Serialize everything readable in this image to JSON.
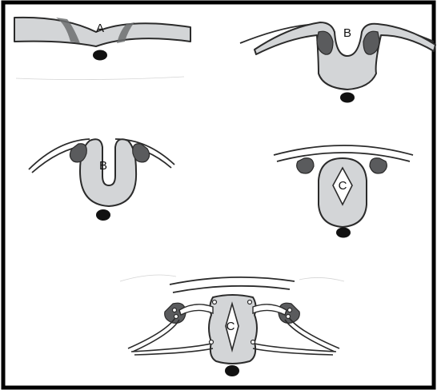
{
  "labels": {
    "stage1": "A",
    "stage2": "B",
    "stage3": "B",
    "stage4": "C",
    "stage5": "C"
  },
  "colors": {
    "tissue": "#d3d5d7",
    "crest": "#5a5b5d",
    "notochord": "#111111",
    "frame": "#000000"
  }
}
